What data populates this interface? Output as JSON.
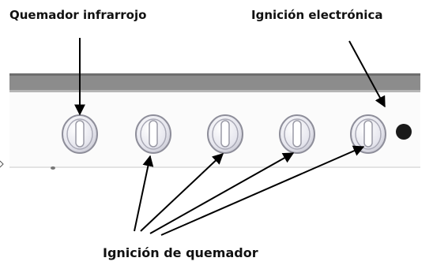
{
  "labels": {
    "infrared_burner": "Quemador infrarrojo",
    "electronic_ignition": "Ignición electrónica",
    "burner_ignition": "Ignición de quemador"
  },
  "knobs": [
    {
      "name": "knob-infrared-burner"
    },
    {
      "name": "knob-burner-2"
    },
    {
      "name": "knob-burner-3"
    },
    {
      "name": "knob-burner-4"
    },
    {
      "name": "knob-burner-5"
    }
  ],
  "colors": {
    "top_strip": "#8c8c8c",
    "panel": "#fafafa",
    "knob_fill": "#f4f4f6",
    "knob_stroke": "#8e8e9a",
    "ignition_button": "#1a1a1a",
    "arrow": "#000000"
  }
}
